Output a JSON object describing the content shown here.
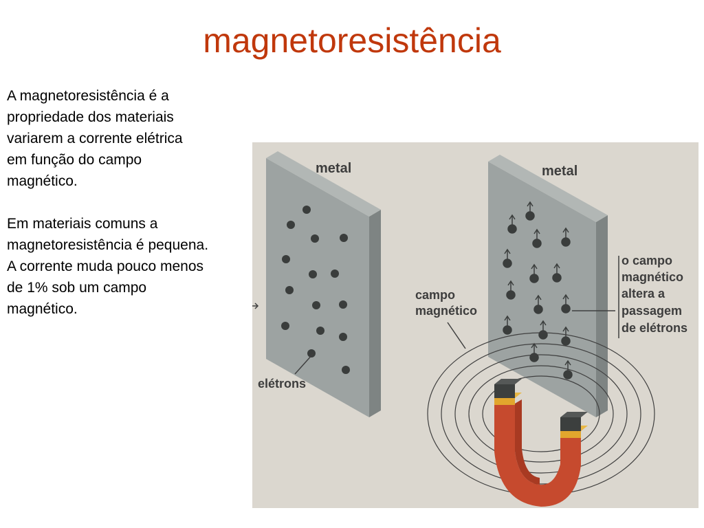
{
  "slide": {
    "title": "magnetoresistência",
    "paragraphs": [
      "A magnetoresistência é a\npropriedade dos materiais\nvariarem a corrente elétrica\nem função do campo\nmagnético.",
      "Em materiais comuns a\nmagnetoresistência é pequena.\nA corrente muda pouco menos\nde 1% sob um campo\n magnético."
    ]
  },
  "figure": {
    "label_metal_left": "metal",
    "label_metal_right": "metal",
    "label_eletrons": "elétrons",
    "label_campo_1": "campo",
    "label_campo_2": "magnético",
    "annotation_lines": [
      "o campo",
      "magnético",
      "altera a",
      "passagem",
      "de elétrons"
    ],
    "colors": {
      "title": "#c0380c",
      "magnet": "#c64a2e",
      "plate": "#9ea3a1",
      "background": "#dedad2"
    }
  }
}
